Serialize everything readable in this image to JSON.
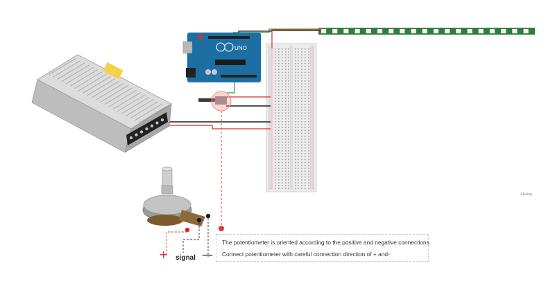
{
  "callout": {
    "line1": "The potentiometer is oriented according to the positive and negative connections",
    "line2": "Connect potentiometer with careful connection direction of + and-"
  },
  "pot_labels": {
    "plus": "+",
    "signal": "signal",
    "minus": "—"
  },
  "watermark": "©Ralog",
  "board": {
    "brand_text": "UNO"
  },
  "colors": {
    "arduino_blue": "#1b6fa3",
    "strip_green": "#2e7d3e",
    "led_white": "#f4f4f0",
    "wire_red": "#d32f2f",
    "wire_black": "#1a1a1a",
    "wire_green": "#4caf50",
    "callout_red": "#e53935",
    "breadboard": "#ececec"
  }
}
